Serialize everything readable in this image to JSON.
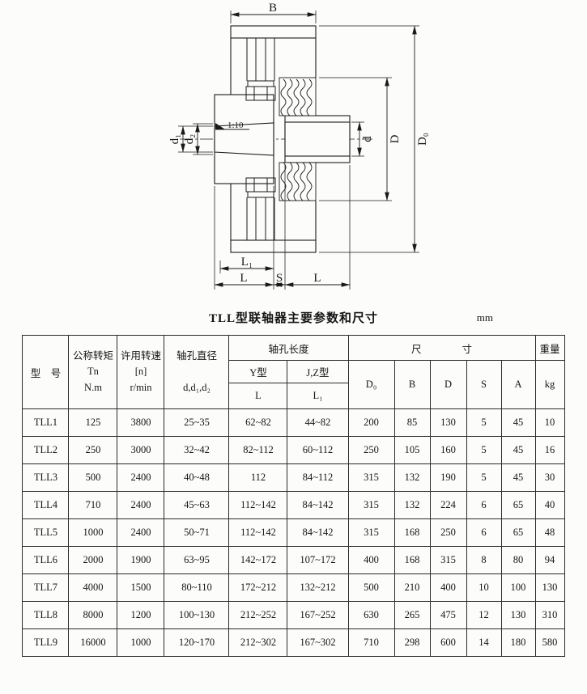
{
  "drawing": {
    "labels": {
      "B": "B",
      "D0": "D₀",
      "D": "D",
      "d": "d",
      "d1": "d₁",
      "d2": "d₂",
      "taper": "1:10",
      "L1": "L₁",
      "L_left": "L",
      "S": "S",
      "L_right": "L"
    }
  },
  "table": {
    "title": "TLL型联轴器主要参数和尺寸",
    "unit": "mm",
    "headers": {
      "model": "型　号",
      "torque": "公称转矩\nTn\nN.m",
      "speed": "许用转速\n[n]\nr/min",
      "bore_diameter": "轴孔直径\n\nd,d₁,d₂",
      "bore_length": "轴孔长度",
      "y_type": "Y型",
      "jz_type": "J,Z型",
      "L": "L",
      "L1": "L₁",
      "dimensions": "尺　　　　寸",
      "D0": "D₀",
      "B": "B",
      "D": "D",
      "S": "S",
      "A": "A",
      "weight": "重量",
      "weight_unit": "kg"
    },
    "rows": [
      [
        "TLL1",
        "125",
        "3800",
        "25~35",
        "62~82",
        "44~82",
        "200",
        "85",
        "130",
        "5",
        "45",
        "10"
      ],
      [
        "TLL2",
        "250",
        "3000",
        "32~42",
        "82~112",
        "60~112",
        "250",
        "105",
        "160",
        "5",
        "45",
        "16"
      ],
      [
        "TLL3",
        "500",
        "2400",
        "40~48",
        "112",
        "84~112",
        "315",
        "132",
        "190",
        "5",
        "45",
        "30"
      ],
      [
        "TLL4",
        "710",
        "2400",
        "45~63",
        "112~142",
        "84~142",
        "315",
        "132",
        "224",
        "6",
        "65",
        "40"
      ],
      [
        "TLL5",
        "1000",
        "2400",
        "50~71",
        "112~142",
        "84~142",
        "315",
        "168",
        "250",
        "6",
        "65",
        "48"
      ],
      [
        "TLL6",
        "2000",
        "1900",
        "63~95",
        "142~172",
        "107~172",
        "400",
        "168",
        "315",
        "8",
        "80",
        "94"
      ],
      [
        "TLL7",
        "4000",
        "1500",
        "80~110",
        "172~212",
        "132~212",
        "500",
        "210",
        "400",
        "10",
        "100",
        "130"
      ],
      [
        "TLL8",
        "8000",
        "1200",
        "100~130",
        "212~252",
        "167~252",
        "630",
        "265",
        "475",
        "12",
        "130",
        "310"
      ],
      [
        "TLL9",
        "16000",
        "1000",
        "120~170",
        "212~302",
        "167~302",
        "710",
        "298",
        "600",
        "14",
        "180",
        "580"
      ]
    ]
  }
}
